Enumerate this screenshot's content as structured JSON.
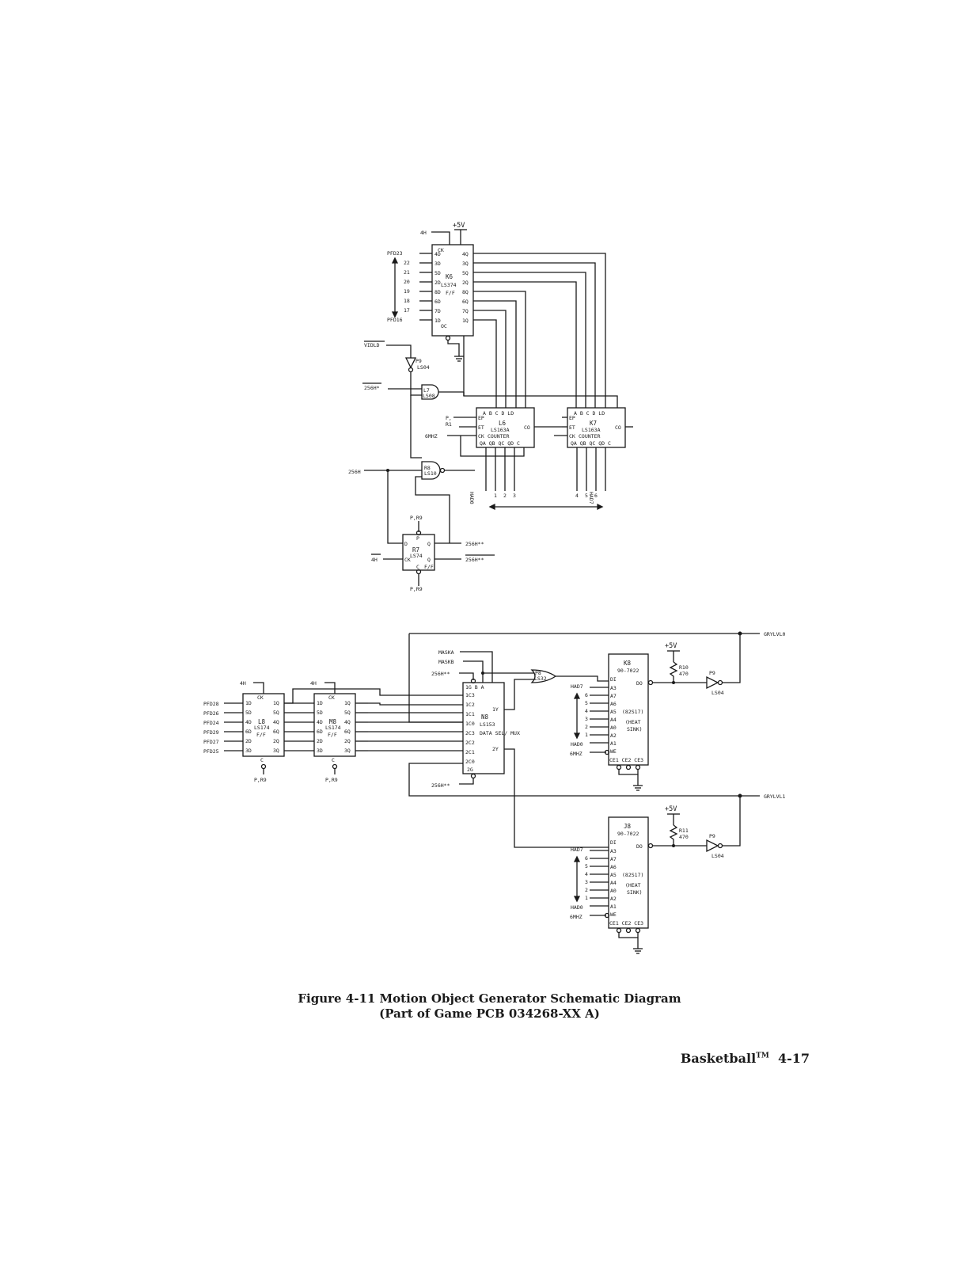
{
  "caption": {
    "line1": "Figure 4-11   Motion Object Generator Schematic Diagram",
    "line2": "(Part of Game PCB 034268-XX   A)"
  },
  "footer": {
    "title": "Basketball",
    "trademark": "TM",
    "page": "4-17"
  },
  "signals": {
    "plus5v": "+5V",
    "h4": "4H",
    "h4_bar": "4H",
    "vidld": "VIDLD",
    "h256_star": "256H*",
    "h256": "256H",
    "mhz6": "6MHZ",
    "h256_2star": "256H**",
    "h256_2star_bar": "256H**",
    "maska": "MASKA",
    "maskb": "MASKB",
    "grylvl0": "GRYLVL0",
    "grylvl1": "GRYLVL1",
    "had7": "HAD7",
    "had0": "HAD0",
    "pr9": "P,R9",
    "p1": "P,",
    "r1": "R1",
    "pfd23": "PFD23",
    "pfd16": "PFD16",
    "pfd_top": [
      "22",
      "21",
      "20",
      "19",
      "18",
      "17"
    ],
    "pfd_left": [
      "PFD28",
      "PFD26",
      "PFD24",
      "PFD29",
      "PFD27",
      "PFD25"
    ],
    "had_top": [
      "HAD0",
      "1",
      "2",
      "3",
      "4",
      "5",
      "6",
      "HAD7"
    ],
    "addr_nums": [
      "6",
      "5",
      "4",
      "3",
      "2",
      "1"
    ]
  },
  "chips": {
    "k6": {
      "ref": "K6",
      "part": "LS374",
      "type": "F/F"
    },
    "p9a": {
      "ref": "P9",
      "part": "LS04"
    },
    "l7": {
      "ref": "L7",
      "part": "LS08"
    },
    "r8": {
      "ref": "R8",
      "part": "LS10"
    },
    "l6": {
      "ref": "L6",
      "part": "LS163A",
      "type": "COUNTER"
    },
    "k7": {
      "ref": "K7",
      "part": "LS163A",
      "type": "COUNTER"
    },
    "r7": {
      "ref": "R7",
      "part": "LS74",
      "type": "F/F"
    },
    "l8": {
      "ref": "L8",
      "part": "LS174",
      "type": "F/F"
    },
    "m8": {
      "ref": "M8",
      "part": "LS174",
      "type": "F/F"
    },
    "n8": {
      "ref": "N8",
      "part": "LS153",
      "type": "DATA SEL/ MUX"
    },
    "p8": {
      "ref": "P8",
      "part": "LS32"
    },
    "k8": {
      "ref": "K8",
      "part": "90-7022",
      "note1": "(82S17)",
      "note2": "(HEAT",
      "note3": "SINK)"
    },
    "j8": {
      "ref": "J8",
      "part": "90-7022",
      "note1": "(82S17)",
      "note2": "(HEAT",
      "note3": "SINK)"
    },
    "p9b": {
      "ref": "P9",
      "part": "LS04"
    },
    "p9c": {
      "ref": "P9",
      "part": "LS04"
    },
    "r10": {
      "ref": "R10",
      "value": "470"
    },
    "r11": {
      "ref": "R11",
      "value": "470"
    }
  },
  "pins": {
    "k6_in": [
      "4D",
      "3D",
      "5D",
      "2D",
      "8D",
      "6D",
      "7D",
      "1D"
    ],
    "k6_out": [
      "4Q",
      "3Q",
      "5Q",
      "2Q",
      "8Q",
      "6Q",
      "7Q",
      "1Q"
    ],
    "k6_ck": "CK",
    "k6_oc": "OC",
    "cnt_top": "A  B  C  D  LD",
    "cnt_bottom": "QA QB QC QD  C",
    "cnt_ep": "EP",
    "cnt_et": "ET",
    "cnt_ck": "CK",
    "cnt_co": "CO",
    "ls174_in": [
      "1D",
      "5D",
      "4D",
      "6D",
      "2D",
      "3D"
    ],
    "ls174_out": [
      "1Q",
      "5Q",
      "4Q",
      "6Q",
      "2Q",
      "3Q"
    ],
    "mux_in": [
      "1C3",
      "1C2",
      "1C1",
      "1C0",
      "2C3",
      "2C2",
      "2C1",
      "2C0",
      "2G"
    ],
    "mux_top": "1G B  A",
    "mux_out": [
      "1Y",
      "2Y"
    ],
    "prom_in": [
      "A3",
      "A7",
      "A6",
      "A5",
      "A4",
      "A0",
      "A2",
      "A1",
      "WE"
    ],
    "prom_di": "DI",
    "prom_do": "DO",
    "prom_ce": "CE1 CE2 CE3",
    "r7_d": "D",
    "r7_q": "Q",
    "r7_qbar": "Q",
    "r7_ck": "CK",
    "r7_p": "P",
    "r7_c": "C"
  }
}
